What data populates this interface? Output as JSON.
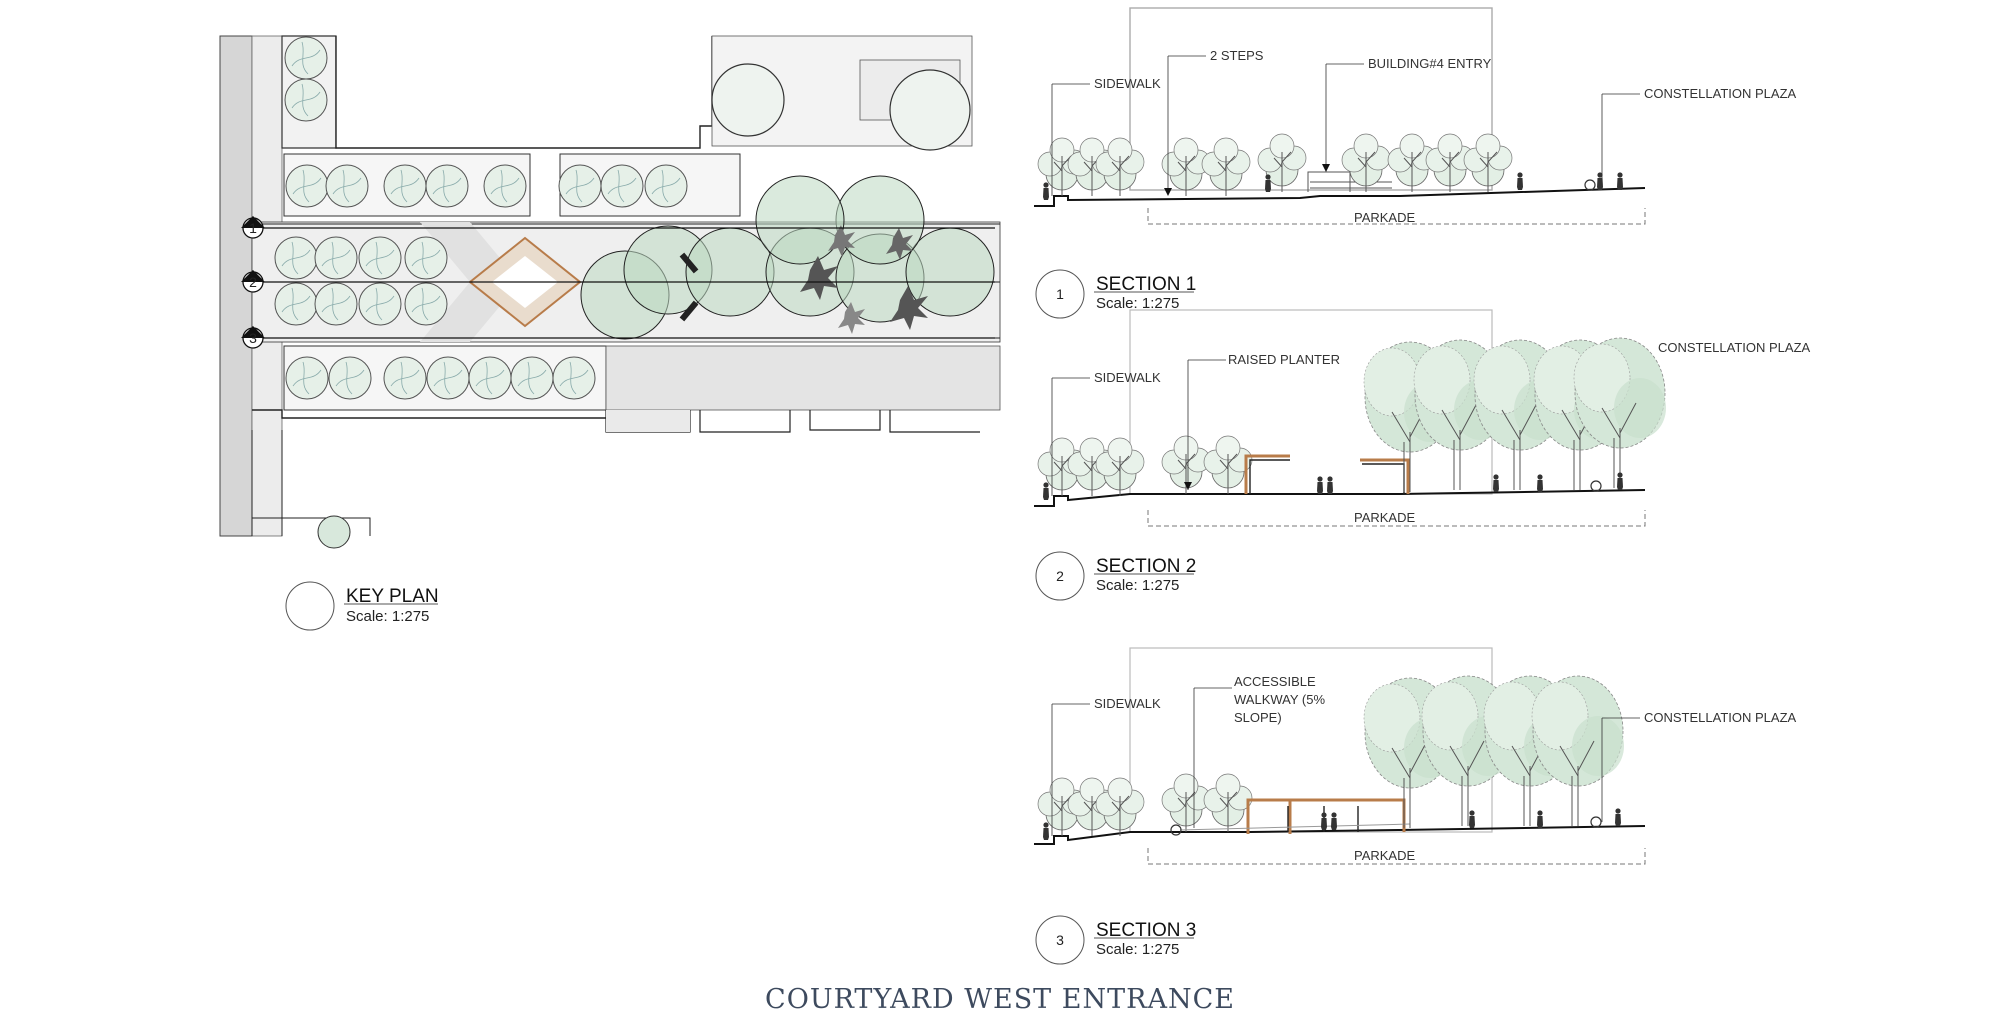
{
  "sheet_title": "COURTYARD WEST ENTRANCE",
  "key_plan": {
    "title": "KEY PLAN",
    "scale": "Scale: 1:275",
    "markers": [
      "1",
      "2",
      "3"
    ]
  },
  "sections": [
    {
      "number": "1",
      "title": "SECTION 1",
      "scale": "Scale: 1:275",
      "labels": {
        "sidewalk": "SIDEWALK",
        "steps": "2 STEPS",
        "entry": "BUILDING#4 ENTRY",
        "plaza": "CONSTELLATION PLAZA",
        "parkade": "PARKADE"
      }
    },
    {
      "number": "2",
      "title": "SECTION 2",
      "scale": "Scale: 1:275",
      "labels": {
        "sidewalk": "SIDEWALK",
        "planter": "RAISED PLANTER",
        "plaza": "CONSTELLATION PLAZA",
        "parkade": "PARKADE"
      }
    },
    {
      "number": "3",
      "title": "SECTION 3",
      "scale": "Scale: 1:275",
      "labels": {
        "sidewalk": "SIDEWALK",
        "walkway_1": "ACCESSIBLE",
        "walkway_2": "WALKWAY (5%",
        "walkway_3": "SLOPE)",
        "plaza": "CONSTELLATION PLAZA",
        "parkade": "PARKADE"
      }
    }
  ],
  "colors": {
    "tree_fill": "#dcebe0",
    "canopy_fill": "#b9d5bf",
    "walkway_accent": "#b87c4a",
    "ink": "#222222",
    "title": "#3d4a5e"
  }
}
